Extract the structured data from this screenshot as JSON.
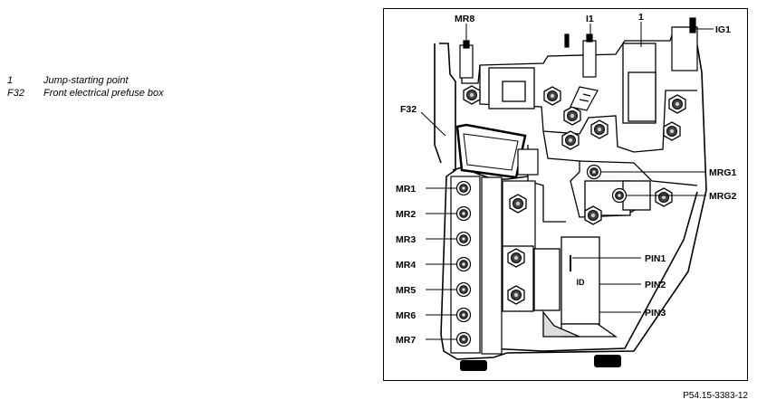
{
  "legend": [
    {
      "key": "1",
      "text": "Jump-starting point"
    },
    {
      "key": "F32",
      "text": "Front electrical prefuse box"
    }
  ],
  "callouts": {
    "mr8": "MR8",
    "i1": "I1",
    "one": "1",
    "ig1": "IG1",
    "f32": "F32",
    "mr1": "MR1",
    "mr2": "MR2",
    "mr3": "MR3",
    "mr4": "MR4",
    "mr5": "MR5",
    "mr6": "MR6",
    "mr7": "MR7",
    "mrg1": "MRG1",
    "mrg2": "MRG2",
    "pin1": "PIN1",
    "pin2": "PIN2",
    "pin3": "PIN3",
    "id_mark": "ID"
  },
  "figure_ref": "P54.15-3383-12"
}
